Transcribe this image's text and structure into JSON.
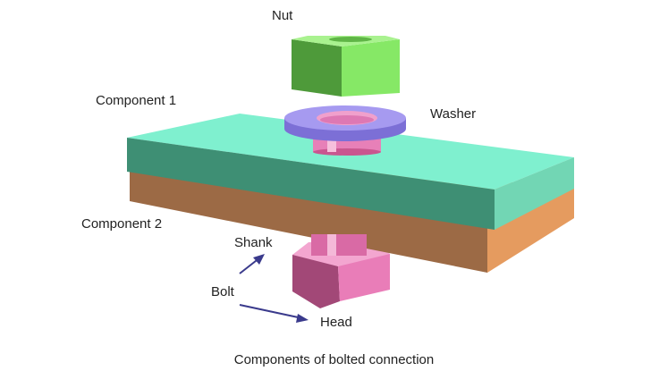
{
  "labels": {
    "nut": "Nut",
    "component1": "Component 1",
    "washer": "Washer",
    "component2": "Component 2",
    "shank": "Shank",
    "bolt": "Bolt",
    "head": "Head"
  },
  "caption": "Components of bolted connection",
  "colors": {
    "nut": "#7fd65a",
    "washer": "#8a7ee0",
    "bolt": "#e27ab6",
    "component1": "#79e8c6",
    "component2": "#e8a672",
    "arrow": "#3a3a8c"
  }
}
